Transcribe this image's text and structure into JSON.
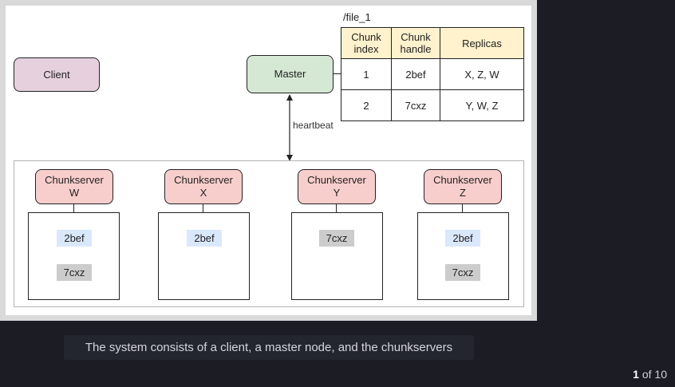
{
  "diagram": {
    "client_label": "Client",
    "master_label": "Master",
    "file_label": "/file_1",
    "heartbeat_label": "heartbeat",
    "table": {
      "headers": [
        {
          "line1": "Chunk",
          "line2": "index"
        },
        {
          "line1": "Chunk",
          "line2": "handle"
        },
        {
          "line1": "Replicas",
          "line2": ""
        }
      ],
      "rows": [
        {
          "index": "1",
          "handle": "2bef",
          "replicas": "X, Z, W"
        },
        {
          "index": "2",
          "handle": "7cxz",
          "replicas": "Y, W, Z"
        }
      ]
    },
    "chunkservers": [
      {
        "title": "Chunkserver",
        "id": "W",
        "chunks": [
          {
            "name": "2bef",
            "color": "#dae8fc"
          },
          {
            "name": "7cxz",
            "color": "#cccccc"
          }
        ]
      },
      {
        "title": "Chunkserver",
        "id": "X",
        "chunks": [
          {
            "name": "2bef",
            "color": "#dae8fc"
          }
        ]
      },
      {
        "title": "Chunkserver",
        "id": "Y",
        "chunks": [
          {
            "name": "7cxz",
            "color": "#cccccc"
          }
        ]
      },
      {
        "title": "Chunkserver",
        "id": "Z",
        "chunks": [
          {
            "name": "2bef",
            "color": "#dae8fc"
          },
          {
            "name": "7cxz",
            "color": "#cccccc"
          }
        ]
      }
    ],
    "colors": {
      "client": "#e6d0de",
      "master": "#d5e8d4",
      "chunkserver": "#f8cecc",
      "table_header": "#fff2cc"
    }
  },
  "caption": "The system consists of a client, a master node, and the chunkservers",
  "pager": {
    "current": "1",
    "of_text": "of 10"
  }
}
